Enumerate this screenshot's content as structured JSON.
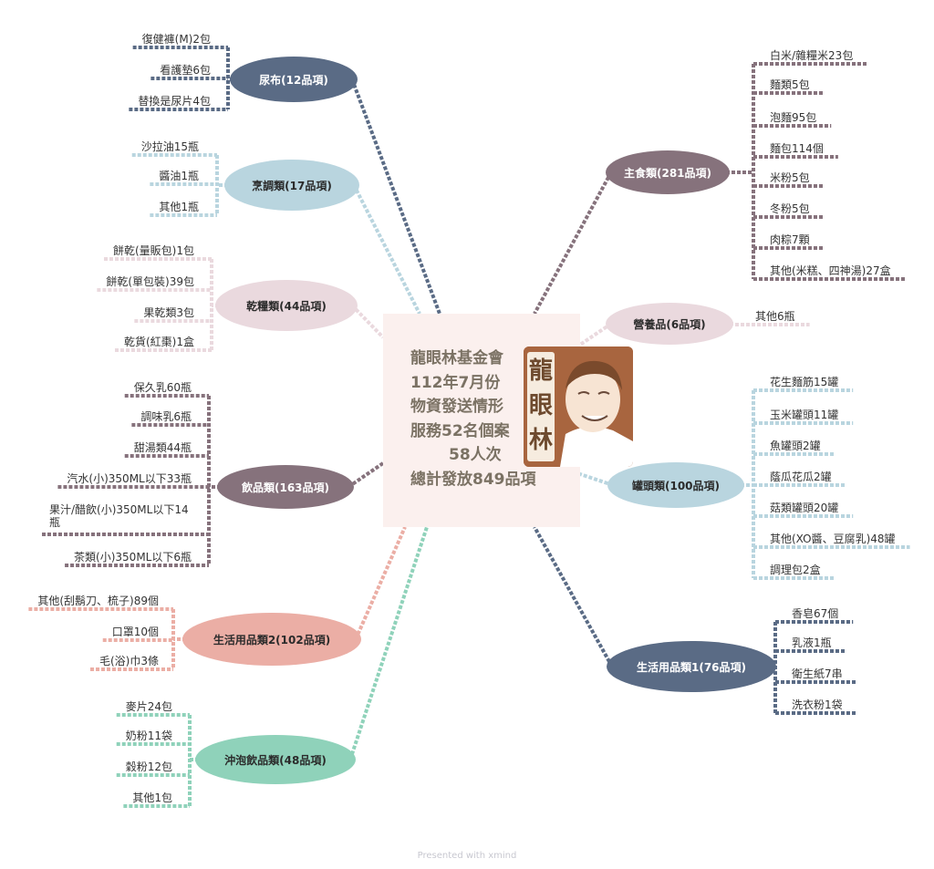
{
  "center": {
    "lines": [
      "龍眼林基金會",
      "112年7月份",
      "物資發送情形",
      "服務52名個案",
      "58人次",
      "總計發放849品項"
    ],
    "logo_text": [
      "龍",
      "眼",
      "林"
    ]
  },
  "nodes": [
    {
      "id": "diaper",
      "label": "尿布(12品項)",
      "color": "#5a6b85",
      "text_color": "#ffffff",
      "items": [
        "復健褲(M)2包",
        "看護墊6包",
        "替換是尿片4包"
      ]
    },
    {
      "id": "seasoning",
      "label": "烹調類(17品項)",
      "color": "#b9d5df",
      "text_color": "#2b2b2b",
      "items": [
        "沙拉油15瓶",
        "醬油1瓶",
        "其他1瓶"
      ]
    },
    {
      "id": "dry",
      "label": "乾糧類(44品項)",
      "color": "#ead9de",
      "text_color": "#2b2b2b",
      "items": [
        "餅乾(量販包)1包",
        "餅乾(單包裝)39包",
        "果乾類3包",
        "乾貨(紅棗)1盒"
      ]
    },
    {
      "id": "drinks",
      "label": "飲品類(163品項)",
      "color": "#86727c",
      "text_color": "#ffffff",
      "items": [
        "保久乳60瓶",
        "調味乳6瓶",
        "甜湯類44瓶",
        "汽水(小)350ML以下33瓶",
        "果汁/醋飲(小)350ML以下14瓶",
        "茶類(小)350ML以下6瓶"
      ]
    },
    {
      "id": "daily2",
      "label": "生活用品類2(102品項)",
      "color": "#ebaea5",
      "text_color": "#2b2b2b",
      "items": [
        "其他(刮鬍刀、梳子)89個",
        "口罩10個",
        "毛(浴)巾3條"
      ]
    },
    {
      "id": "brew",
      "label": "沖泡飲品類(48品項)",
      "color": "#8fd2ba",
      "text_color": "#2b2b2b",
      "items": [
        "麥片24包",
        "奶粉11袋",
        "穀粉12包",
        "其他1包"
      ]
    },
    {
      "id": "staple",
      "label": "主食類(281品項)",
      "color": "#86727c",
      "text_color": "#ffffff",
      "items": [
        "白米/雜糧米23包",
        "麵類5包",
        "泡麵95包",
        "麵包114個",
        "米粉5包",
        "冬粉5包",
        "肉粽7顆",
        "其他(米糕、四神湯)27盒"
      ]
    },
    {
      "id": "nutrition",
      "label": "營養品(6品項)",
      "color": "#ead9de",
      "text_color": "#2b2b2b",
      "items": [
        "其他6瓶"
      ]
    },
    {
      "id": "canned",
      "label": "罐頭類(100品項)",
      "color": "#b9d5df",
      "text_color": "#2b2b2b",
      "items": [
        "花生麵筋15罐",
        "玉米罐頭11罐",
        "魚罐頭2罐",
        "蔭瓜花瓜2罐",
        "菇類罐頭20罐",
        "其他(XO醬、豆腐乳)48罐",
        "調理包2盒"
      ]
    },
    {
      "id": "daily1",
      "label": "生活用品類1(76品項)",
      "color": "#5a6b85",
      "text_color": "#ffffff",
      "items": [
        "香皂67個",
        "乳液1瓶",
        "衛生紙7串",
        "洗衣粉1袋"
      ]
    }
  ],
  "footer": {
    "text": "Presented with xmind"
  }
}
